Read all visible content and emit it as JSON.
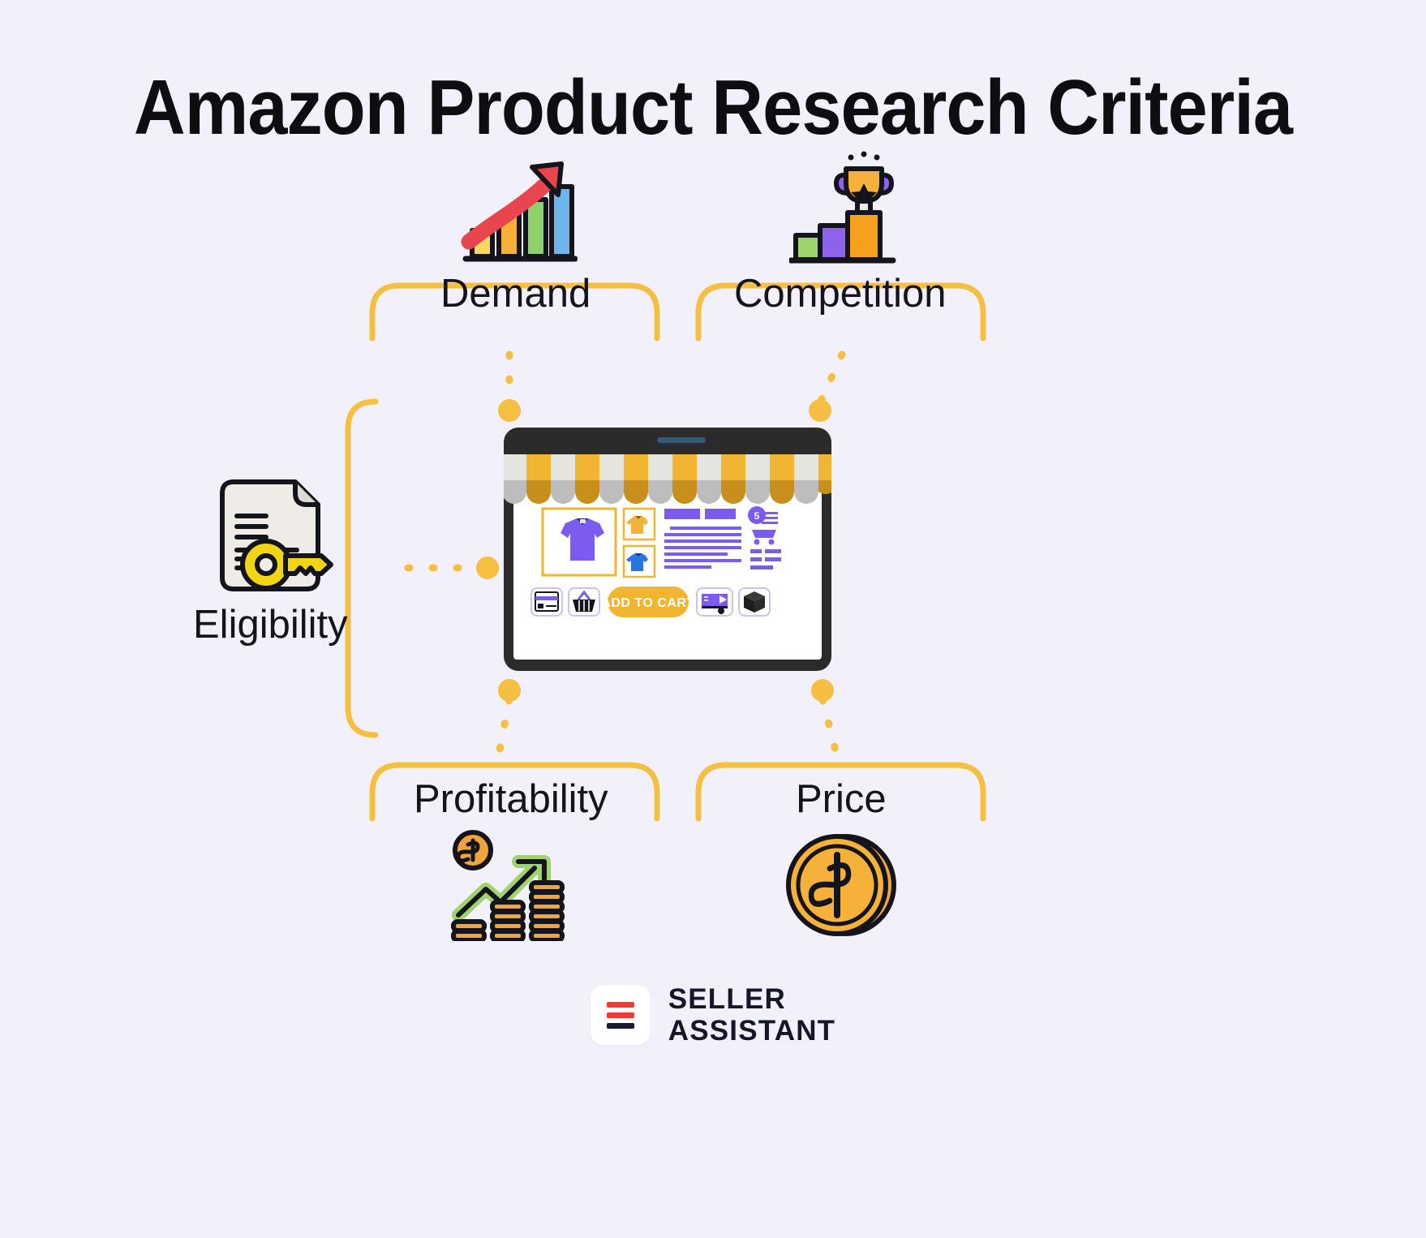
{
  "page": {
    "title": "Amazon Product Research Criteria",
    "background_color": "#f2f0fb",
    "accent_color": "#f5bf42",
    "text_color": "#14141c"
  },
  "nodes": [
    {
      "id": "demand",
      "label": "Demand",
      "icon": "bar-chart-growth-icon",
      "position": "top-left"
    },
    {
      "id": "competition",
      "label": "Competition",
      "icon": "trophy-podium-icon",
      "position": "top-right"
    },
    {
      "id": "eligibility",
      "label": "Eligibility",
      "icon": "document-key-icon",
      "position": "left"
    },
    {
      "id": "profitability",
      "label": "Profitability",
      "icon": "coins-growth-arrow-icon",
      "position": "bottom-left"
    },
    {
      "id": "price",
      "label": "Price",
      "icon": "dollar-coin-icon",
      "position": "bottom-right"
    }
  ],
  "center": {
    "name": "online-store-tablet",
    "device": "tablet",
    "storefront": {
      "awning_colors": [
        "#f2b532",
        "#e5e4df"
      ],
      "add_to_cart_label": "ADD TO CART",
      "cart_badge_count": "5",
      "product_thumbnails": [
        "purple-tshirt",
        "yellow-tshirt",
        "blue-tshirt"
      ],
      "action_icons": [
        "credit-card-icon",
        "shopping-basket-icon",
        "add-to-cart-button",
        "delivery-truck-icon",
        "package-box-icon"
      ]
    }
  },
  "brand": {
    "line1": "SELLER",
    "line2": "ASSISTANT",
    "mark_colors": [
      "#ee3b33",
      "#ee3b33",
      "#1b1b2f"
    ]
  }
}
